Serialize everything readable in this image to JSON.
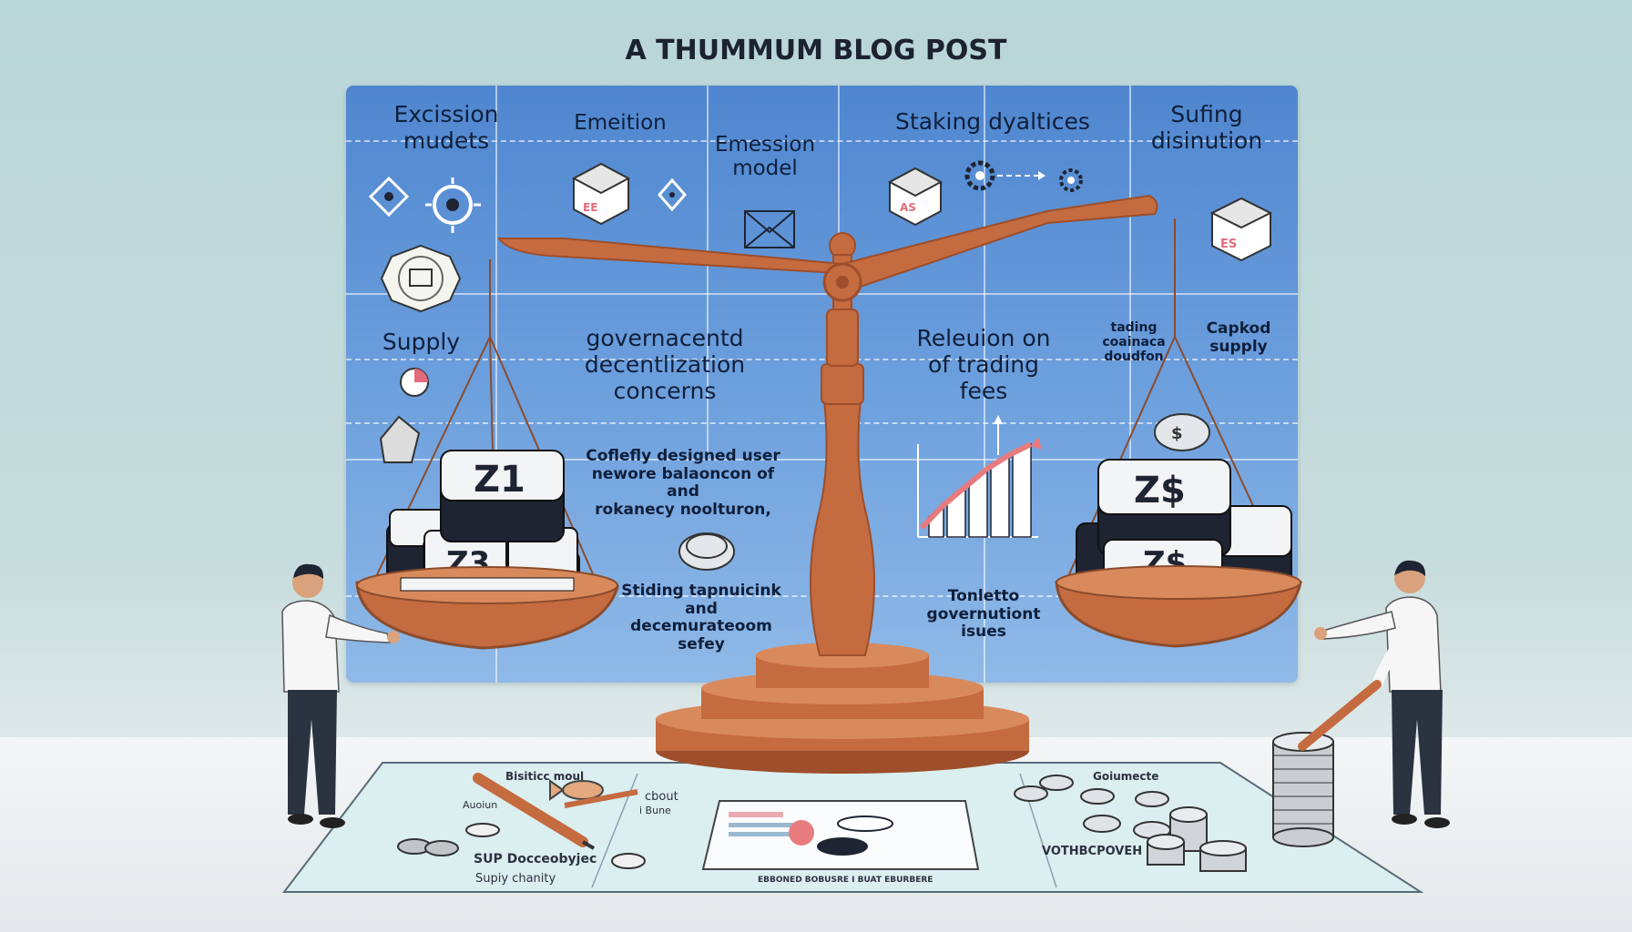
{
  "title": "A THUMMUM BLOG POST",
  "board": {
    "labels": {
      "excission": "Excission\nmudets",
      "emeition": "Emeition",
      "emession": "Emession\nmodel",
      "staking": "Staking dyaltices",
      "sufing": "Sufing\ndisinution",
      "supply": "Supply",
      "governance": "governacentd\ndecentlization\nconcerns",
      "releuion": "Releuion on\nof trading\nfees",
      "tading": "tading\ncoainaca\ndoudfon",
      "capked": "Capkod\nsupply",
      "coflefly": "Coflefly designed user\nnewore balaoncon of and\nrokanecy noolturon,",
      "stiding": "Stiding tapnuicink\nand decemurateoom\nsefey",
      "tonletto": "Tonletto\ngovernutiont\nisues"
    }
  },
  "tokens": {
    "left_top": "Z1",
    "left_mid": "Z3",
    "right_top": "Z$",
    "right_mid": "Z$"
  },
  "table_labels": {
    "bisiticc": "Bisiticc moul",
    "auoiun": "Auoiun",
    "cbout": "cbout",
    "bune": "i Bune",
    "sup": "SUP Docceobyjec",
    "supy": "Supiy chanity",
    "report": "EBBONED BOBUSRE I BUAT EBURBERE",
    "goiumerce": "Goiumecte",
    "votingpower": "VOTHBCPOVEH"
  },
  "colors": {
    "board_top": "#4f86cf",
    "board_bottom": "#8fb9e7",
    "wood": "#c56b40",
    "wood_dark": "#9e4e2a",
    "token_dark": "#1f2433"
  }
}
